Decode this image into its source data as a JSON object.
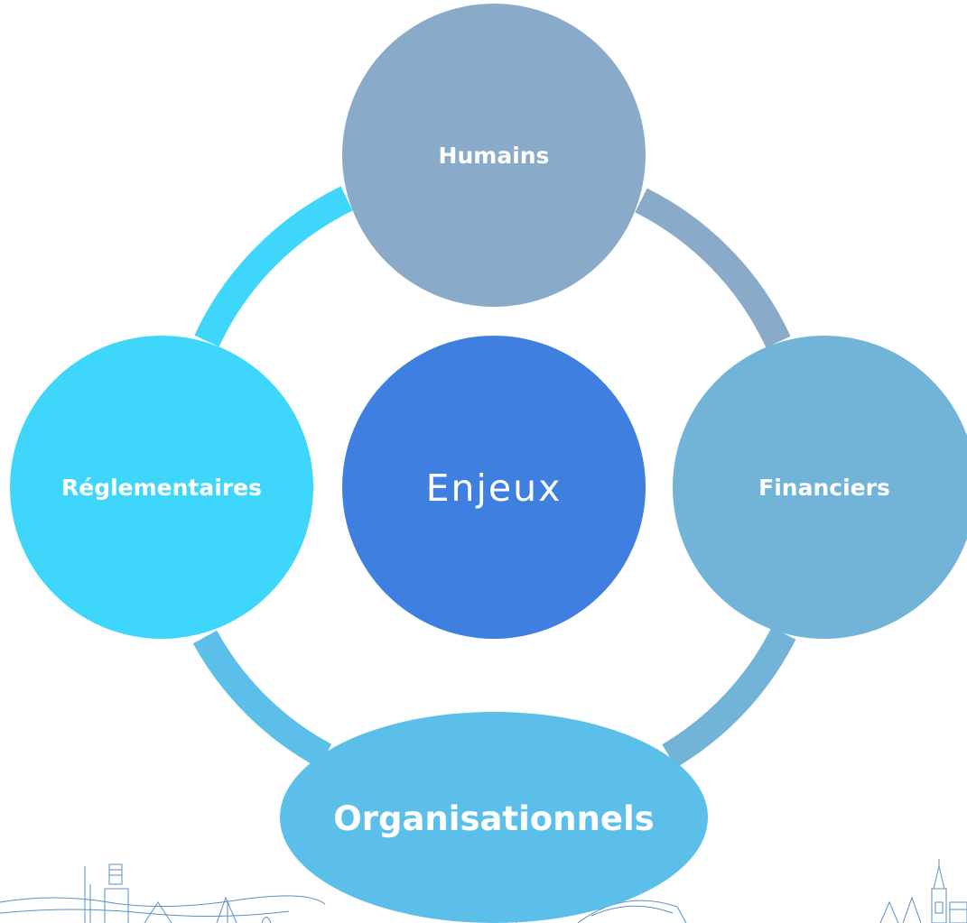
{
  "diagram": {
    "center": {
      "label": "Enjeux",
      "color": "#3e7fe0"
    },
    "nodes": [
      {
        "id": "top",
        "label": "Humains",
        "color": "#89abc9",
        "arc_color": "#89abc9"
      },
      {
        "id": "right",
        "label": "Financiers",
        "color": "#72b3d8",
        "arc_color": "#72b3d8"
      },
      {
        "id": "bottom",
        "label": "Organisationnels",
        "color": "#5bbfea",
        "arc_color": "#5bbfea"
      },
      {
        "id": "left",
        "label": "Réglementaires",
        "color": "#3fd6fb",
        "arc_color": "#3fd6fb"
      }
    ]
  },
  "decoration": {
    "skyline_icon": "city-skyline-line-art"
  }
}
